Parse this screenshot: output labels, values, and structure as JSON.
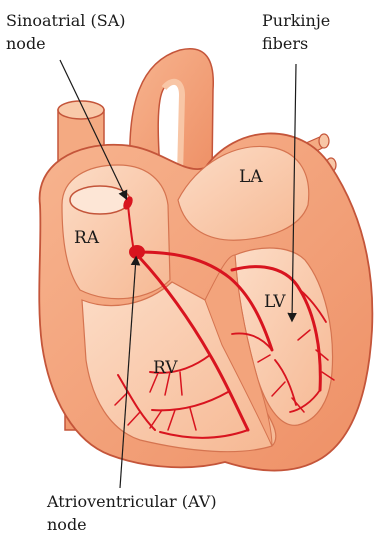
{
  "labels": {
    "sa_node_line1": "Sinoatrial (SA)",
    "sa_node_line2": "node",
    "purkinje_line1": "Purkinje",
    "purkinje_line2": "fibers",
    "av_node_line1": "Atrioventricular (AV)",
    "av_node_line2": "node",
    "right_atrium": "RA",
    "left_atrium": "LA",
    "right_ventricle": "RV",
    "left_ventricle": "LV"
  },
  "colors": {
    "tissue_outer": "#f3a47c",
    "tissue_mid": "#f7bb97",
    "tissue_inner": "#fbd5bd",
    "outline": "#c4553a",
    "conduction": "#d8141f",
    "pointer": "#1a1a1a"
  }
}
